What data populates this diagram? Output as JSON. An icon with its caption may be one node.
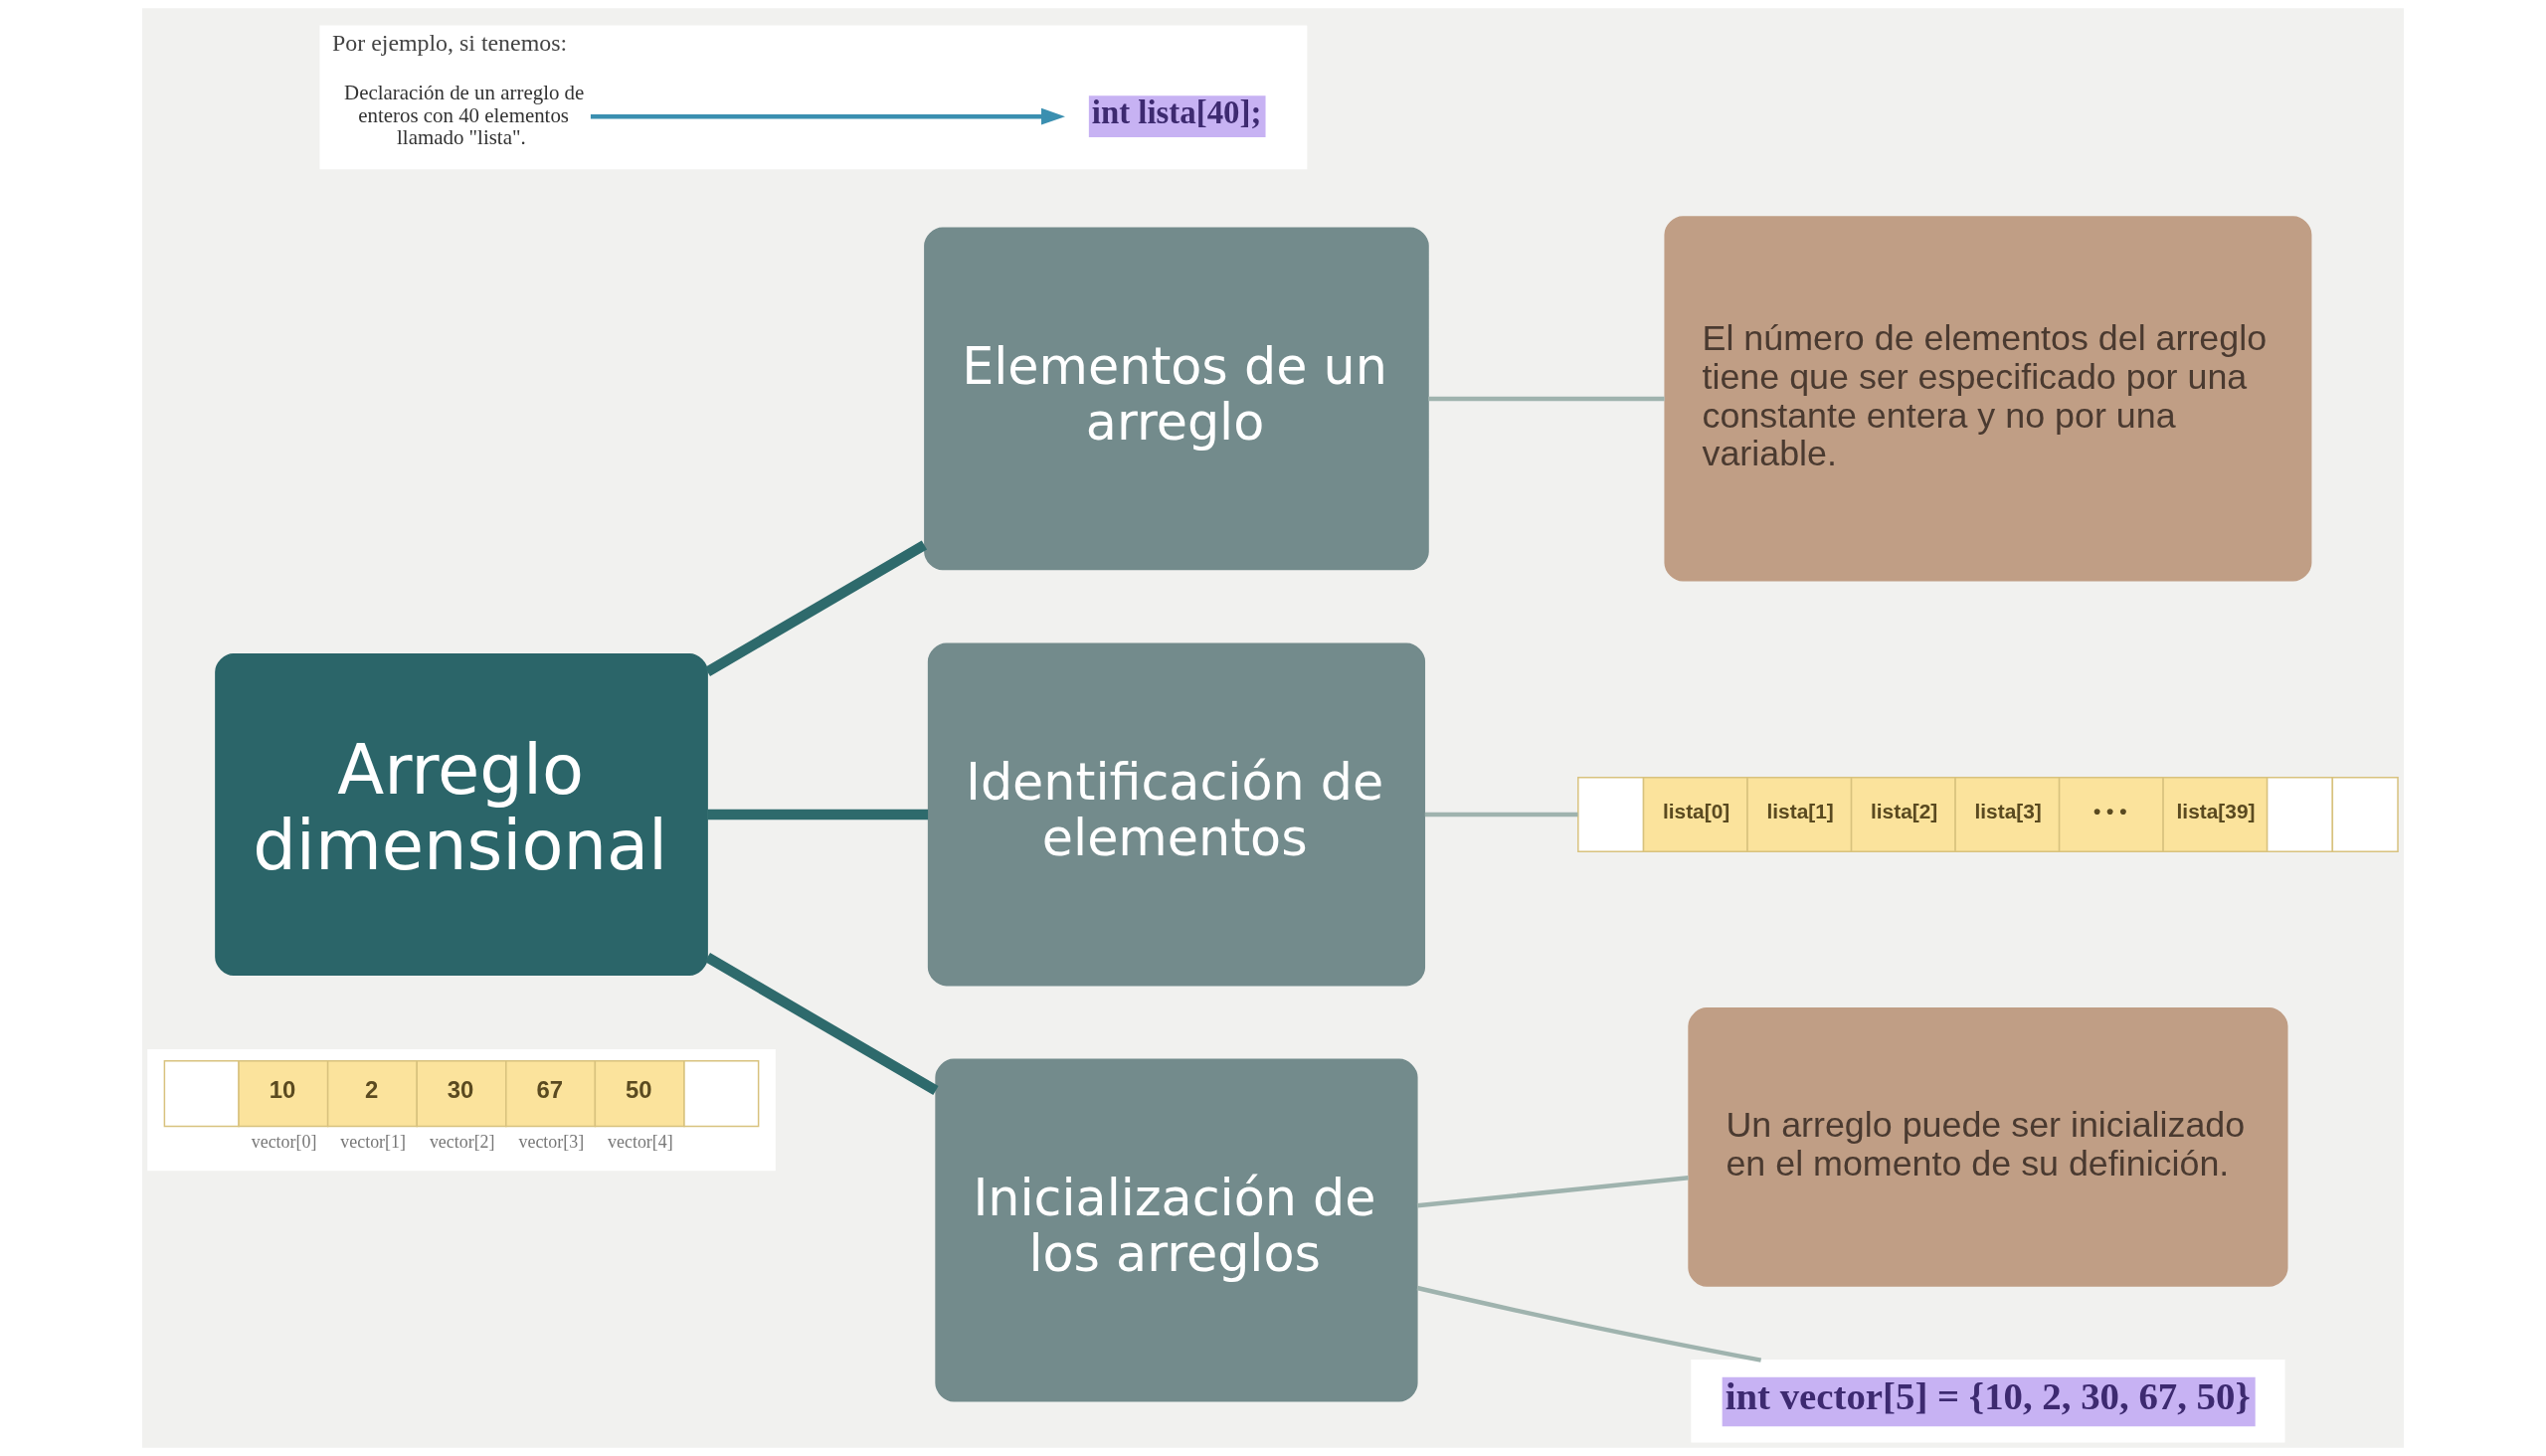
{
  "diagram": {
    "nodes": [
      {
        "text": [
          "Por ejemplo, si tenemos:"
        ]
      },
      {
        "text": [
          "Declaración de un arreglo de enteros con 40 elementos llamado \"lista\"."
        ],
        "in": 0
      },
      {
        "text": [
          "int lista[40];"
        ],
        "in": 0
      },
      {
        "text": [
          "Arreglo dimensional"
        ]
      },
      {
        "text": [
          "Elementos de un arreglo"
        ]
      },
      {
        "text": [
          "El número de elementos del arreglo tiene que ser especificado por una constante entera y no por una variable."
        ]
      },
      {
        "text": [
          "Identificación de elementos"
        ]
      },
      {
        "text": [
          "lista[0]",
          "lista[1]",
          "lista[2]",
          "lista[3]",
          "• • •",
          "lista[39]"
        ]
      },
      {
        "text": [
          "Inicialización de los arreglos"
        ]
      },
      {
        "text": [
          "Un arreglo puede ser inicializado en el momento de su definición."
        ]
      },
      {
        "text": [
          "int vector[5] = {10, 2, 30, 67, 50}"
        ]
      },
      {
        "text": [
          "10",
          "2",
          "30",
          "67",
          "50",
          "vector[0]",
          "vector[1]",
          "vector[2]",
          "vector[3]",
          "vector[4]"
        ]
      }
    ],
    "edges": [
      {
        "from": 1,
        "to": 2,
        "arrow": "to",
        "color": "#3a8fb0"
      },
      {
        "from": 3,
        "to": 4,
        "arrow": "none",
        "style": "thick",
        "color": "#2e6a6c"
      },
      {
        "from": 3,
        "to": 6,
        "arrow": "none",
        "style": "thick",
        "color": "#2e6a6c"
      },
      {
        "from": 3,
        "to": 8,
        "arrow": "none",
        "style": "thick",
        "color": "#2e6a6c"
      },
      {
        "from": 4,
        "to": 5,
        "arrow": "none"
      },
      {
        "from": 6,
        "to": 7,
        "arrow": "none"
      },
      {
        "from": 8,
        "to": 9,
        "arrow": "none"
      },
      {
        "from": 8,
        "to": 10,
        "arrow": "none"
      }
    ]
  }
}
